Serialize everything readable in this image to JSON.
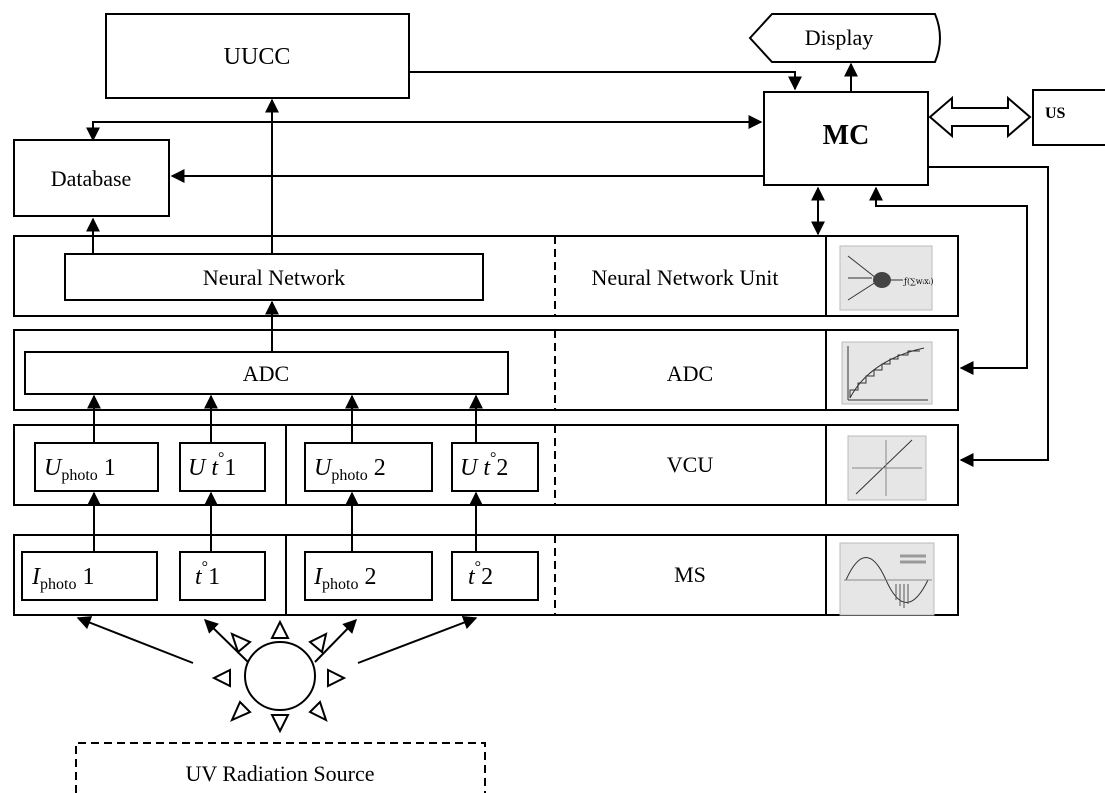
{
  "labels": {
    "uucc": "UUCC",
    "display": "Display",
    "mc": "MC",
    "us": "US",
    "database": "Database",
    "neural_network": "Neural Network",
    "neural_network_unit": "Neural Network Unit",
    "adc": "ADC",
    "adc_unit": "ADC",
    "vcu": "VCU",
    "ms": "MS",
    "uv_source": "UV Radiation Source"
  },
  "vcu_cells": [
    {
      "main": "U",
      "sub": "photo",
      "suffix": " 1"
    },
    {
      "main": "U t",
      "sup": "°",
      "suffix": "1"
    },
    {
      "main": "U",
      "sub": "photo",
      "suffix": " 2"
    },
    {
      "main": "U t",
      "sup": "°",
      "suffix": "2"
    }
  ],
  "ms_cells": [
    {
      "main": "I",
      "sub": "photo",
      "suffix": " 1"
    },
    {
      "main": "t",
      "sup": "°",
      "suffix": "1"
    },
    {
      "main": "I",
      "sub": "photo",
      "suffix": " 2"
    },
    {
      "main": "t",
      "sup": "°",
      "suffix": "2"
    }
  ],
  "icons": {
    "neuron": "neuron-diagram-icon",
    "adc_staircase": "adc-staircase-chart-icon",
    "linear_plot": "linear-plot-icon",
    "sine_plot": "sine-wave-plot-icon",
    "sun": "uv-sun-icon"
  }
}
